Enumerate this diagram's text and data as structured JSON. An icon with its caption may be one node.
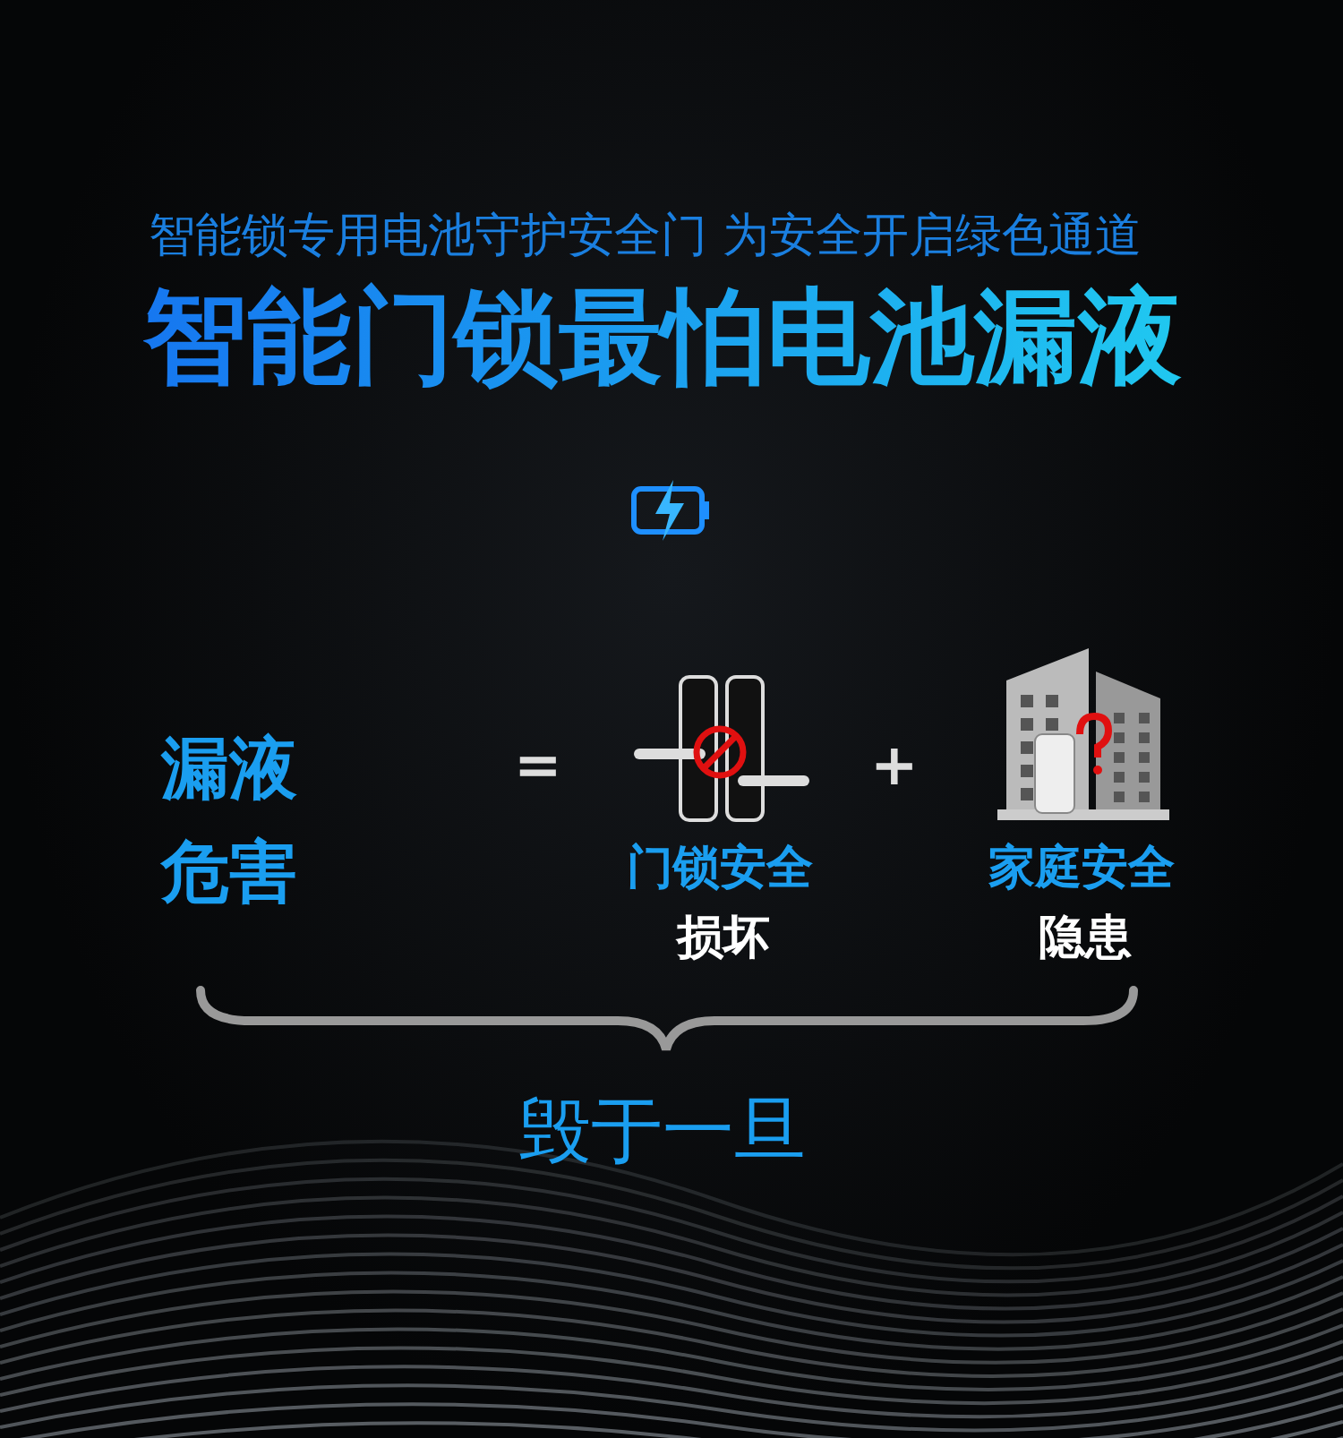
{
  "diagram": {
    "title": "智能门锁最怕电池漏液",
    "labels": [
      "智能锁专用电池守护安全门 为安全开启绿色通道",
      "漏液危害",
      "=",
      "门锁安全",
      "损坏",
      "+",
      "家庭安全",
      "隐患",
      "毁于一旦"
    ]
  }
}
